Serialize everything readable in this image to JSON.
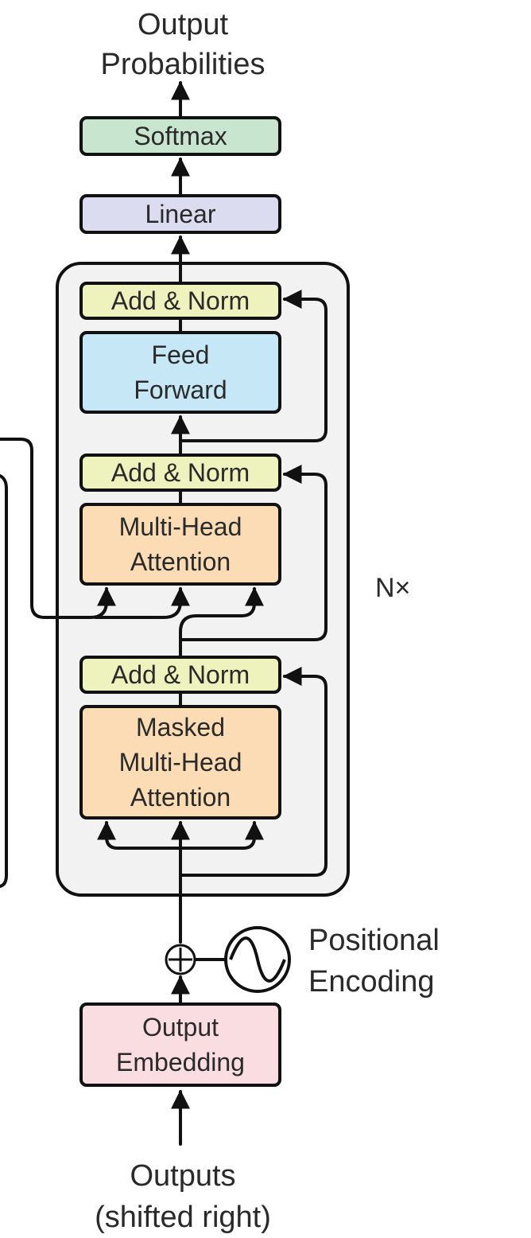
{
  "diagram": {
    "output_probabilities": "Output\nProbabilities",
    "softmax": "Softmax",
    "linear": "Linear",
    "add_norm": "Add & Norm",
    "feed_forward": "Feed\nForward",
    "multi_head_attention": "Multi-Head\nAttention",
    "masked_multi_head_attention": "Masked\nMulti-Head\nAttention",
    "repeat_marker": "N×",
    "positional_encoding": "Positional\nEncoding",
    "output_embedding": "Output\nEmbedding",
    "outputs": "Outputs\n(shifted right)"
  },
  "colors": {
    "softmax": "#c8e6cf",
    "linear": "#dcdcf0",
    "add_norm": "#eef2bd",
    "feed_forward": "#c6e7f5",
    "attention": "#fbdcb4",
    "embedding": "#f9dde1",
    "decoder_block": "#f2f2f2"
  }
}
